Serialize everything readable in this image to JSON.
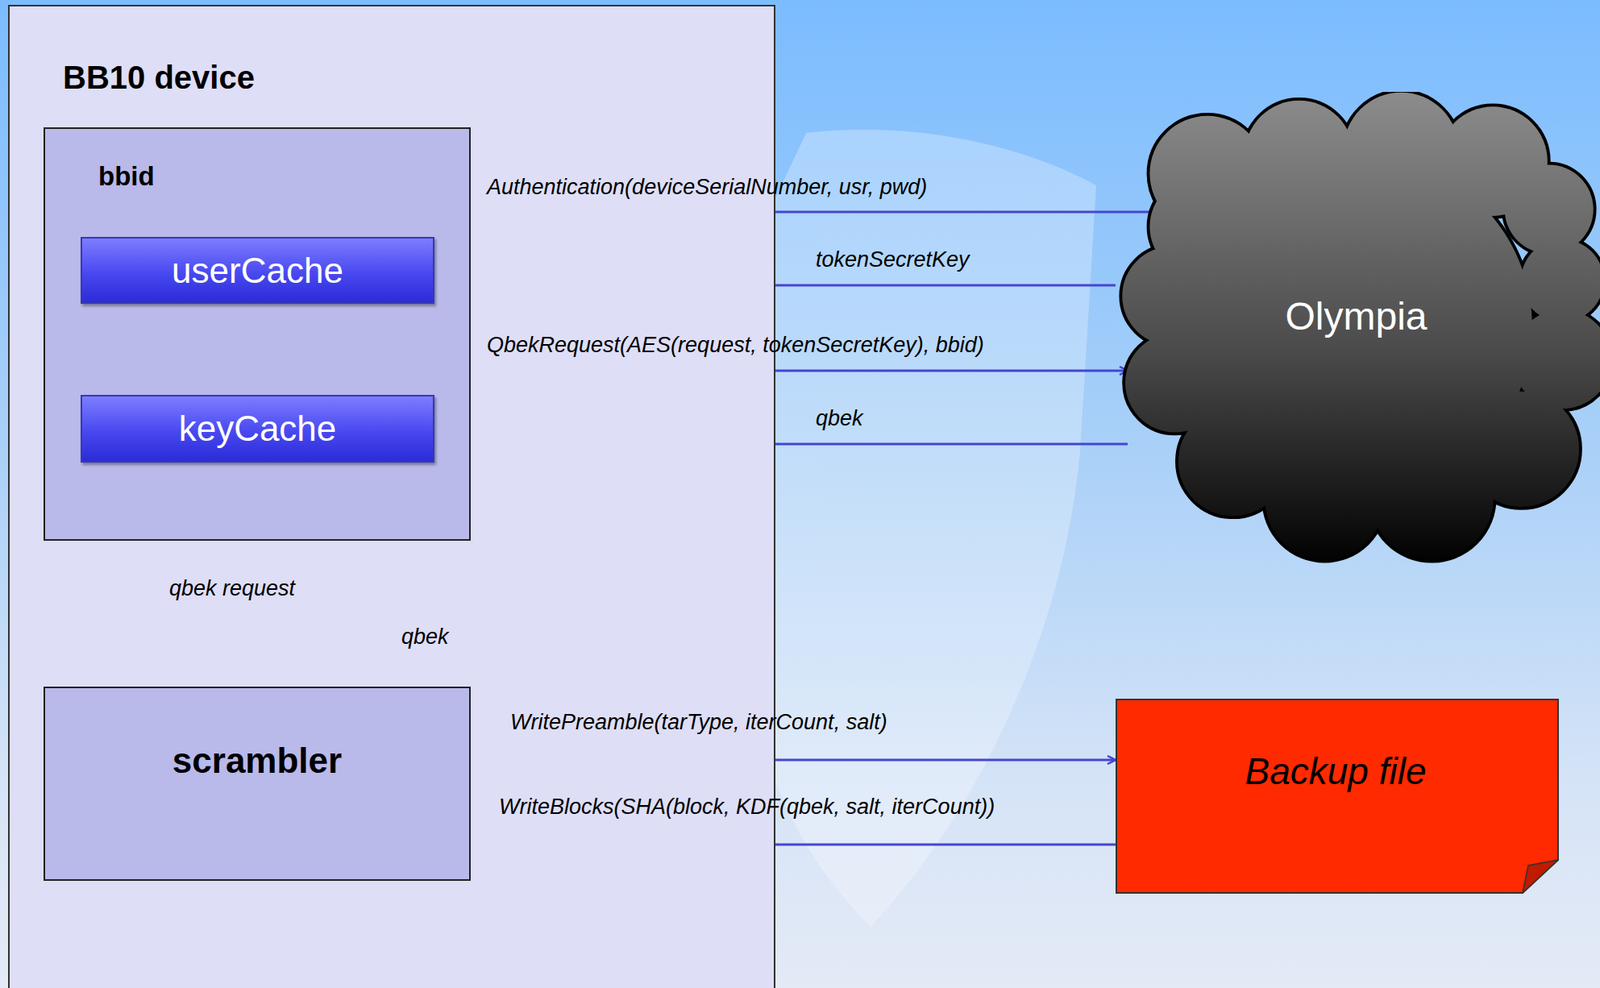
{
  "diagram": {
    "nodes": [
      {
        "text": [
          "BB10 device"
        ]
      },
      {
        "text": [
          "bbid"
        ],
        "in": 0
      },
      {
        "text": [
          "userCache"
        ],
        "in": 1
      },
      {
        "text": [
          "keyCache"
        ],
        "in": 1
      },
      {
        "text": [
          "scrambler"
        ],
        "in": 0
      },
      {
        "text": [
          "Olympia"
        ]
      },
      {
        "text": [
          "Backup file"
        ]
      }
    ],
    "edges": [
      {
        "from": 1,
        "to": 5,
        "label": "Authentication(deviceSerialNumber, usr, pwd)",
        "arrow": "to"
      },
      {
        "from": 5,
        "to": 2,
        "label": "tokenSecretKey",
        "arrow": "to"
      },
      {
        "from": 1,
        "to": 5,
        "label": "QbekRequest(AES(request, tokenSecretKey), bbid)",
        "arrow": "to"
      },
      {
        "from": 5,
        "to": 3,
        "label": "qbek",
        "arrow": "to"
      },
      {
        "from": 4,
        "to": 3,
        "label": "qbek request",
        "arrow": "to"
      },
      {
        "from": 3,
        "to": 4,
        "label": "qbek",
        "arrow": "to"
      },
      {
        "from": 4,
        "to": 6,
        "label": "WritePreamble(tarType, iterCount, salt)",
        "arrow": "to"
      },
      {
        "from": 6,
        "to": 4,
        "label": "WriteBlocks(SHA(block, KDF(qbek, salt, iterCount))",
        "arrow": "to"
      }
    ]
  }
}
